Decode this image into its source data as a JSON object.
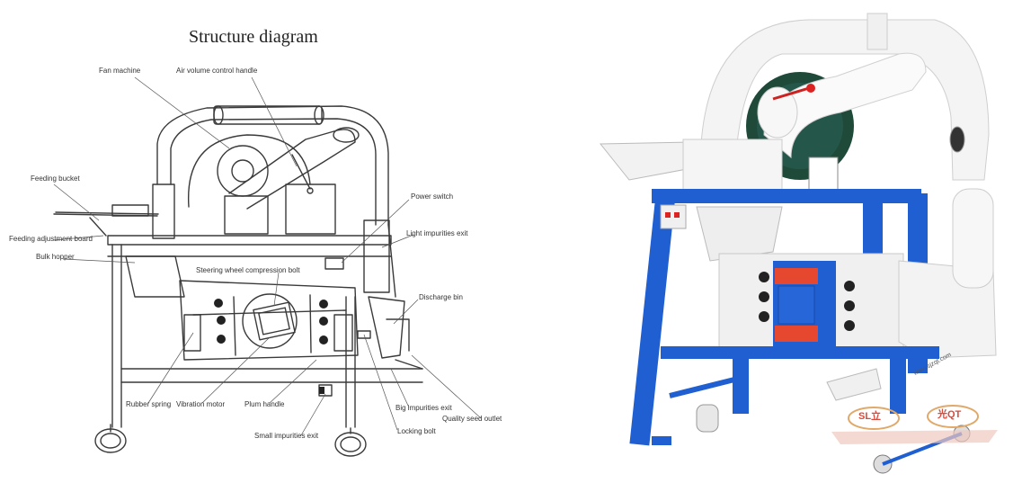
{
  "title": "Structure diagram",
  "labels": {
    "fan_machine": "Fan machine",
    "air_volume_control_handle": "Air volume control handle",
    "feeding_bucket": "Feeding bucket",
    "feeding_adjustment_board": "Feeding adjustment board",
    "bulk_hopper": "Bulk hopper",
    "power_switch": "Power switch",
    "light_impurities_exit": "Light impurities exit",
    "steering_wheel_compression_bolt": "Steering wheel compression bolt",
    "discharge_bin": "Discharge bin",
    "rubber_spring": "Rubber spring",
    "vibration_motor": "Vibration motor",
    "plum_handle": "Plum handle",
    "big_impurities_exit": "Big impurities exit",
    "quality_seed_outlet": "Quality seed outlet",
    "locking_bolt": "Locking bolt",
    "small_impurities_exit": "Small impurities exit"
  },
  "photo": {
    "website": "www.sjzqt.com",
    "logo_left": "SL立",
    "logo_right": "光QT"
  },
  "colors": {
    "frame_blue": "#1f5fd1",
    "body_white": "#f4f4f4",
    "fan_green": "#1f4a3a",
    "motor_red": "#e5482e",
    "logo_gold": "#e0a96a",
    "logo_red": "#d94a3a"
  }
}
